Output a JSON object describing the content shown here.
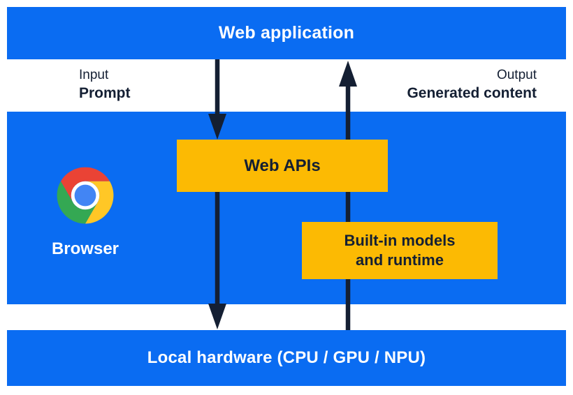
{
  "colors": {
    "panel_blue": "#0A6CF2",
    "box_yellow": "#FCBA03",
    "ink_navy": "#141F33",
    "text_white": "#FFFFFF",
    "chrome_red": "#EA4335",
    "chrome_yellow": "#FFC726",
    "chrome_green": "#34A853",
    "chrome_blue": "#4285F4"
  },
  "top_bar": {
    "label": "Web application"
  },
  "io": {
    "input_caption": "Input",
    "input_value": "Prompt",
    "output_caption": "Output",
    "output_value": "Generated content"
  },
  "browser_panel": {
    "browser_label": "Browser",
    "web_apis_label": "Web APIs",
    "builtin_line1": "Built-in models",
    "builtin_line2": "and runtime"
  },
  "bottom_bar": {
    "label": "Local hardware (CPU / GPU / NPU)"
  },
  "icons": {
    "chrome_logo": "chrome-browser-logo",
    "arrow_down_input": "downward flow: web application to Web APIs to local hardware",
    "arrow_up_output": "upward flow: local hardware through built-in models to web application"
  }
}
